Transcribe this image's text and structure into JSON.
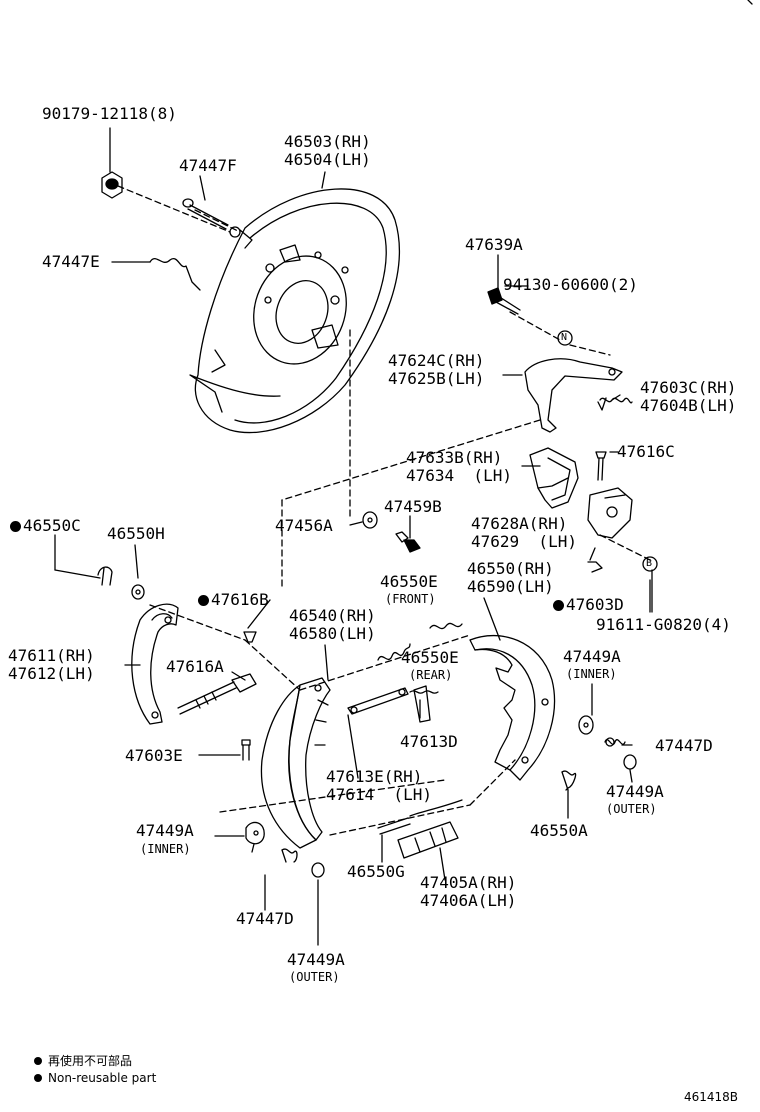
{
  "labels": {
    "p90179": "90179-12118(8)",
    "p47447F": "47447F",
    "p46503": "46503(RH)",
    "p46504": "46504(LH)",
    "p47447E": "47447E",
    "p47639A": "47639A",
    "p94130": "94130-60600(2)",
    "p47624C": "47624C(RH)",
    "p47625B": "47625B(LH)",
    "p47603C": "47603C(RH)",
    "p47604B": "47604B(LH)",
    "p47633B": "47633B(RH)",
    "p47634": "47634  (LH)",
    "p47616C": "47616C",
    "p47456A": "47456A",
    "p47459B": "47459B",
    "p46550C": "46550C",
    "p46550H": "46550H",
    "p47628A": "47628A(RH)",
    "p47629": "47629  (LH)",
    "p46550E_front": "46550E",
    "front": "(FRONT)",
    "p46550_rh": "46550(RH)",
    "p46590": "46590(LH)",
    "p47616B": "47616B",
    "p47603D": "47603D",
    "p46540": "46540(RH)",
    "p46580": "46580(LH)",
    "p91611": "91611-G0820(4)",
    "p47611": "47611(RH)",
    "p47612": "47612(LH)",
    "p47616A": "47616A",
    "p46550E_rear": "46550E",
    "rear": "(REAR)",
    "p47449A_inner_r": "47449A",
    "inner_r": "(INNER)",
    "p47613D": "47613D",
    "p47603E": "47603E",
    "p47447D_r": "47447D",
    "p47613E": "47613E(RH)",
    "p47614": "47614  (LH)",
    "p47449A_outer_r": "47449A",
    "outer_r": "(OUTER)",
    "p47449A_inner_l": "47449A",
    "inner_l": "(INNER)",
    "p46550A": "46550A",
    "p46550G": "46550G",
    "p47405A": "47405A(RH)",
    "p47406A": "47406A(LH)",
    "p47447D_l": "47447D",
    "p47449A_outer_l": "47449A",
    "outer_l": "(OUTER)"
  },
  "markers": {
    "n": "N",
    "b": "B"
  },
  "legend": {
    "jp": "再使用不可部品",
    "en": "Non-reusable part"
  },
  "ref_code": "461418B"
}
